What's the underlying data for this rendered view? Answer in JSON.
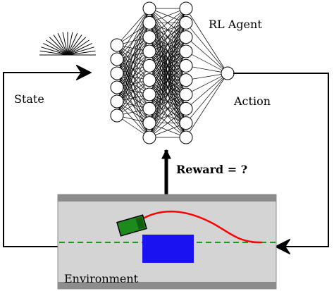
{
  "labels": {
    "agent": "RL Agent",
    "state": "State",
    "action": "Action",
    "reward": "Reward = ?",
    "environment": "Environment"
  },
  "network": {
    "layer_sizes": [
      6,
      10,
      10,
      1
    ]
  },
  "colors": {
    "road": "#d4d4d4",
    "road_edge": "#8c8c8c",
    "lane_line": "#1a9a1a",
    "car": "#1c8a1c",
    "obstacle": "#1a12f0",
    "trajectory": "#ff0000",
    "line": "#000000"
  },
  "icons": [
    "lidar-rays-icon",
    "car-icon",
    "obstacle-icon"
  ]
}
